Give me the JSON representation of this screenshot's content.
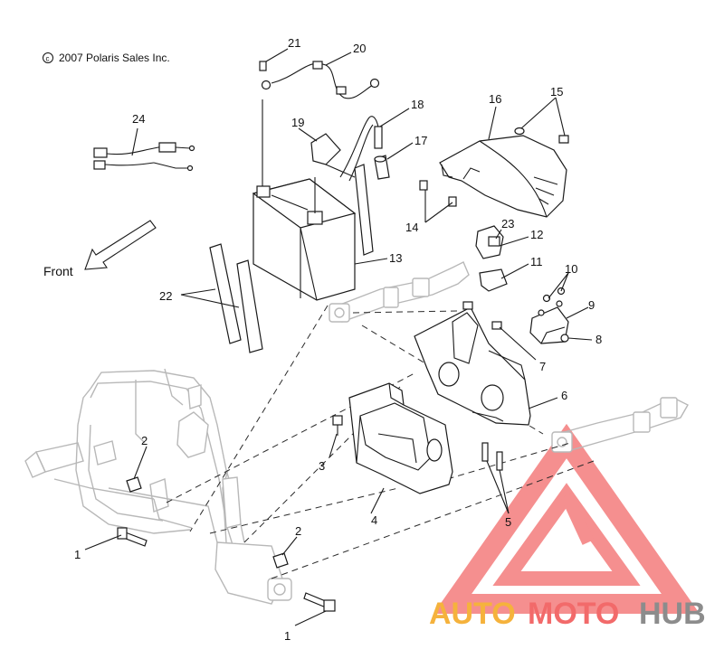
{
  "copyright": "2007 Polaris Sales Inc.",
  "direction_label": "Front",
  "callouts": {
    "c1a": "1",
    "c1b": "1",
    "c2a": "2",
    "c2b": "2",
    "c3": "3",
    "c4": "4",
    "c5": "5",
    "c6": "6",
    "c7": "7",
    "c8": "8",
    "c9": "9",
    "c10": "10",
    "c11": "11",
    "c12": "12",
    "c13": "13",
    "c14": "14",
    "c15": "15",
    "c16": "16",
    "c17": "17",
    "c18": "18",
    "c19": "19",
    "c20": "20",
    "c21": "21",
    "c22": "22",
    "c23": "23",
    "c24": "24"
  },
  "watermark": {
    "part1": "AUTO",
    "part2": "MOTO",
    "part3": "HUB",
    "color_orange": "#f5b23c",
    "color_red": "#f26a6a",
    "color_gray": "#8c8c8c"
  }
}
